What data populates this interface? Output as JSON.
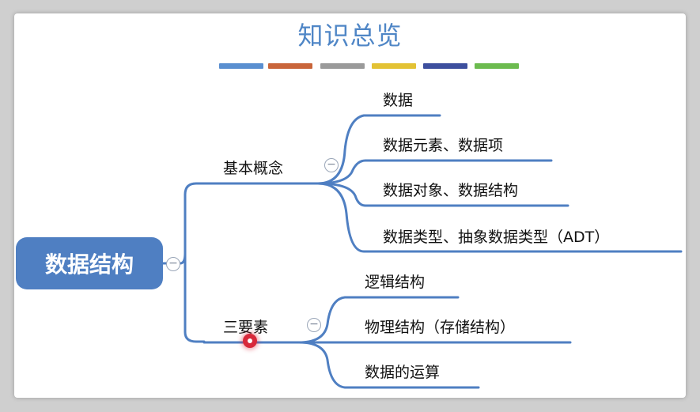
{
  "title": "知识总览",
  "color_bars": [
    "#5a8fd0",
    "#c9653a",
    "#9a9a9a",
    "#e3c234",
    "#3d4f9e",
    "#6cbb4f"
  ],
  "root": {
    "label": "数据结构",
    "color": "#4f7fc2"
  },
  "branches": [
    {
      "label": "基本概念",
      "children": [
        "数据",
        "数据元素、数据项",
        "数据对象、数据结构",
        "数据类型、抽象数据类型（ADT）"
      ]
    },
    {
      "label": "三要素",
      "children": [
        "逻辑结构",
        "物理结构（存储结构）",
        "数据的运算"
      ]
    }
  ],
  "toggle_symbol": "−",
  "line_color": "#4f7fc2"
}
